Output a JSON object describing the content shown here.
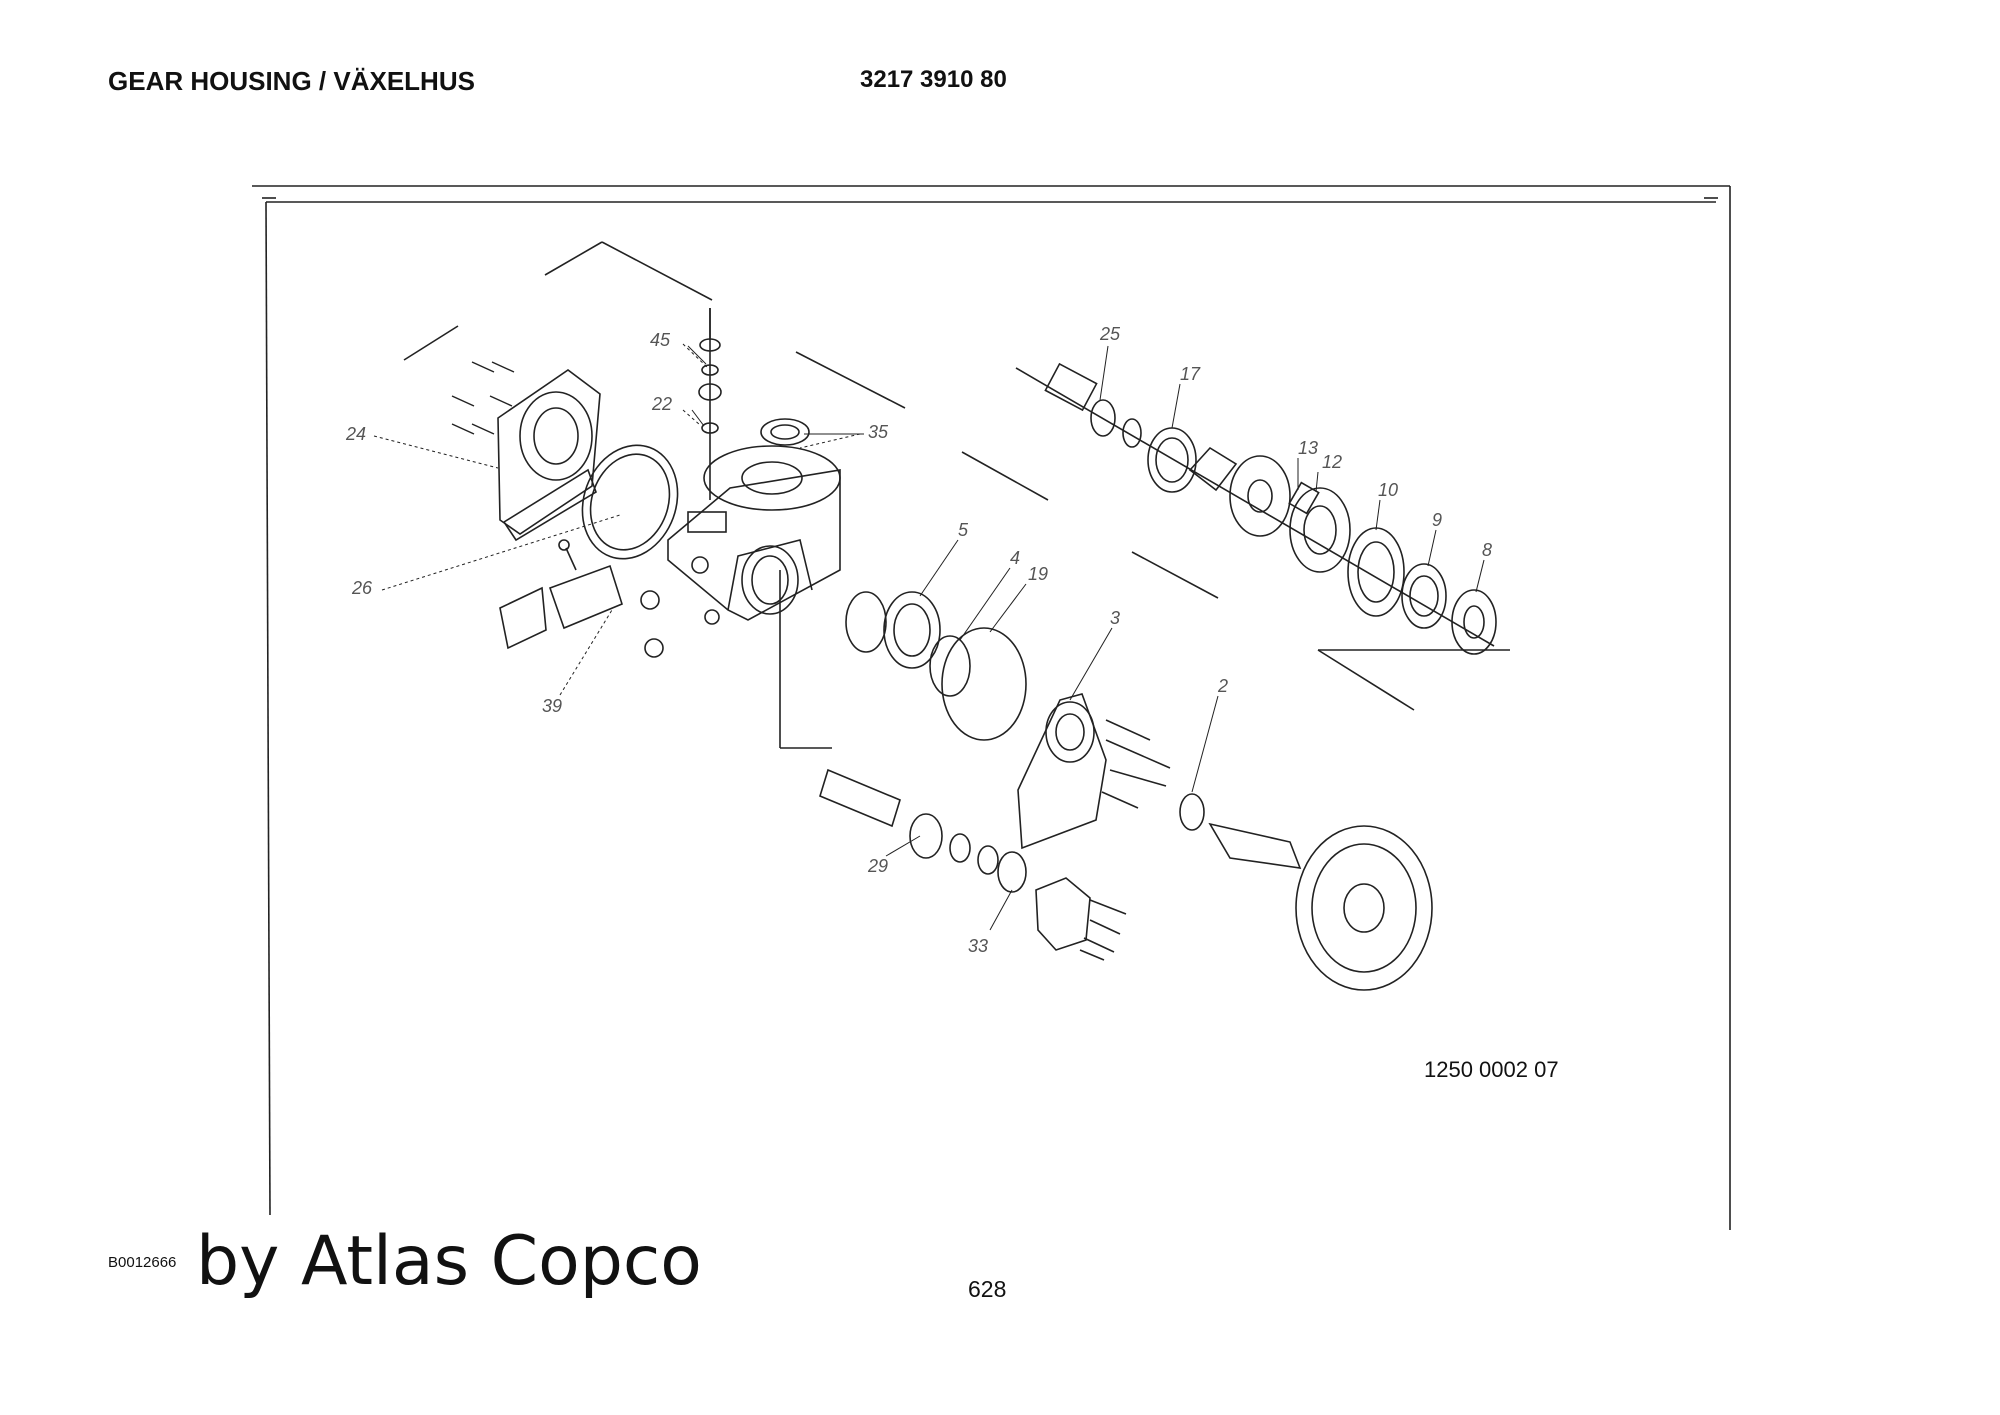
{
  "header": {
    "title": "GEAR HOUSING / VÄXELHUS",
    "part_number": "3217 3910 80"
  },
  "drawing": {
    "drawing_number": "1250 0002 07",
    "callouts": [
      "45",
      "22",
      "35",
      "24",
      "26",
      "39",
      "25",
      "17",
      "13",
      "12",
      "10",
      "9",
      "8",
      "5",
      "4",
      "19",
      "3",
      "2",
      "29",
      "33"
    ]
  },
  "footer": {
    "document_code": "B0012666",
    "brand_text": "by Atlas Copco",
    "page_number": "628"
  }
}
